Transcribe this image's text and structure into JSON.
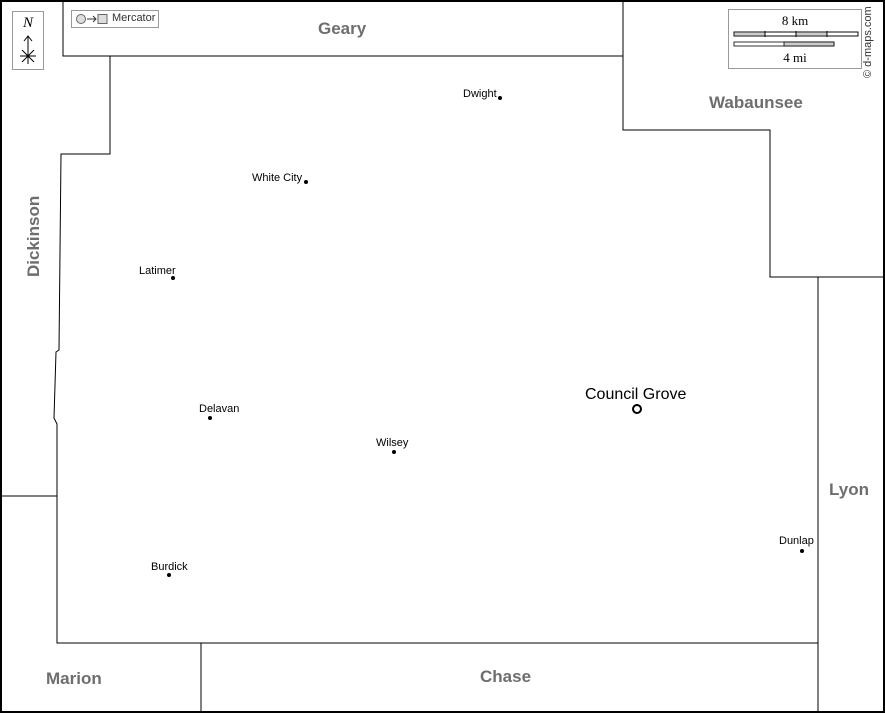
{
  "projection": {
    "label": "Mercator"
  },
  "north_arrow": {
    "label": "N"
  },
  "scale_bar": {
    "km_label": "8 km",
    "mi_label": "4 mi"
  },
  "credit": "© d-maps.com",
  "counties": [
    "Geary",
    "Wabaunsee",
    "Dickinson",
    "Lyon",
    "Marion",
    "Chase"
  ],
  "seat": {
    "name": "Council Grove"
  },
  "towns": [
    "Dwight",
    "White City",
    "Latimer",
    "Delavan",
    "Wilsey",
    "Dunlap",
    "Burdick"
  ]
}
